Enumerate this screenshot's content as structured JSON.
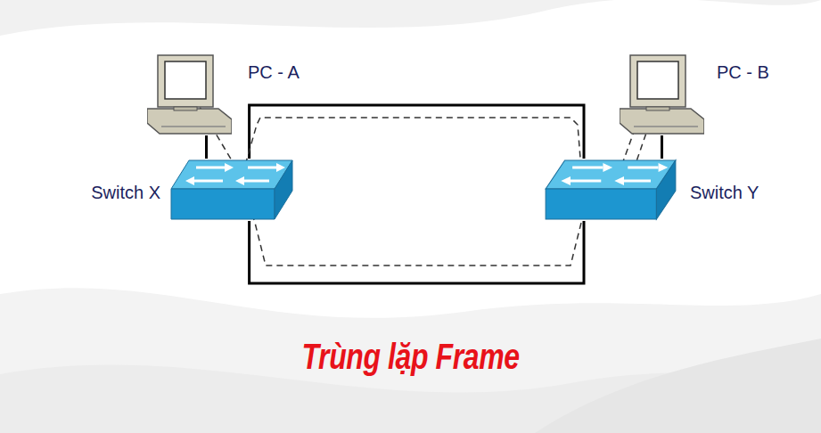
{
  "diagram": {
    "caption": "Trùng lặp Frame",
    "nodes": [
      {
        "text": [
          "PC - A"
        ]
      },
      {
        "text": [
          "PC - B"
        ]
      },
      {
        "text": [
          "Switch X"
        ]
      },
      {
        "text": [
          "Switch Y"
        ]
      }
    ],
    "edges": [
      {
        "from": 0,
        "to": 2,
        "arrow": "none"
      },
      {
        "from": 2,
        "to": 3,
        "arrow": "none"
      },
      {
        "from": 2,
        "to": 3,
        "arrow": "none"
      },
      {
        "from": 1,
        "to": 3,
        "arrow": "none"
      }
    ]
  }
}
